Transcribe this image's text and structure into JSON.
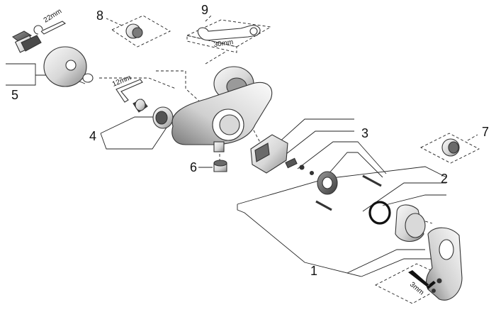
{
  "colors": {
    "ink": "#222222",
    "light": "#efefef",
    "mid": "#bdbdbd",
    "dark": "#6f6f6f",
    "black": "#111111"
  },
  "callouts": [
    {
      "id": "1",
      "label": "1"
    },
    {
      "id": "2",
      "label": "2"
    },
    {
      "id": "3",
      "label": "3"
    },
    {
      "id": "4",
      "label": "4"
    },
    {
      "id": "5",
      "label": "5"
    },
    {
      "id": "6",
      "label": "6"
    },
    {
      "id": "7",
      "label": "7"
    },
    {
      "id": "8",
      "label": "8"
    },
    {
      "id": "9",
      "label": "9"
    }
  ],
  "dimensions": {
    "wrench_22": "22mm",
    "hex_key_12": "12mm",
    "wrench_30": "30mm",
    "hex_key_3": "3mm"
  },
  "icons": [
    "wrench-icon",
    "hex-key-icon"
  ]
}
